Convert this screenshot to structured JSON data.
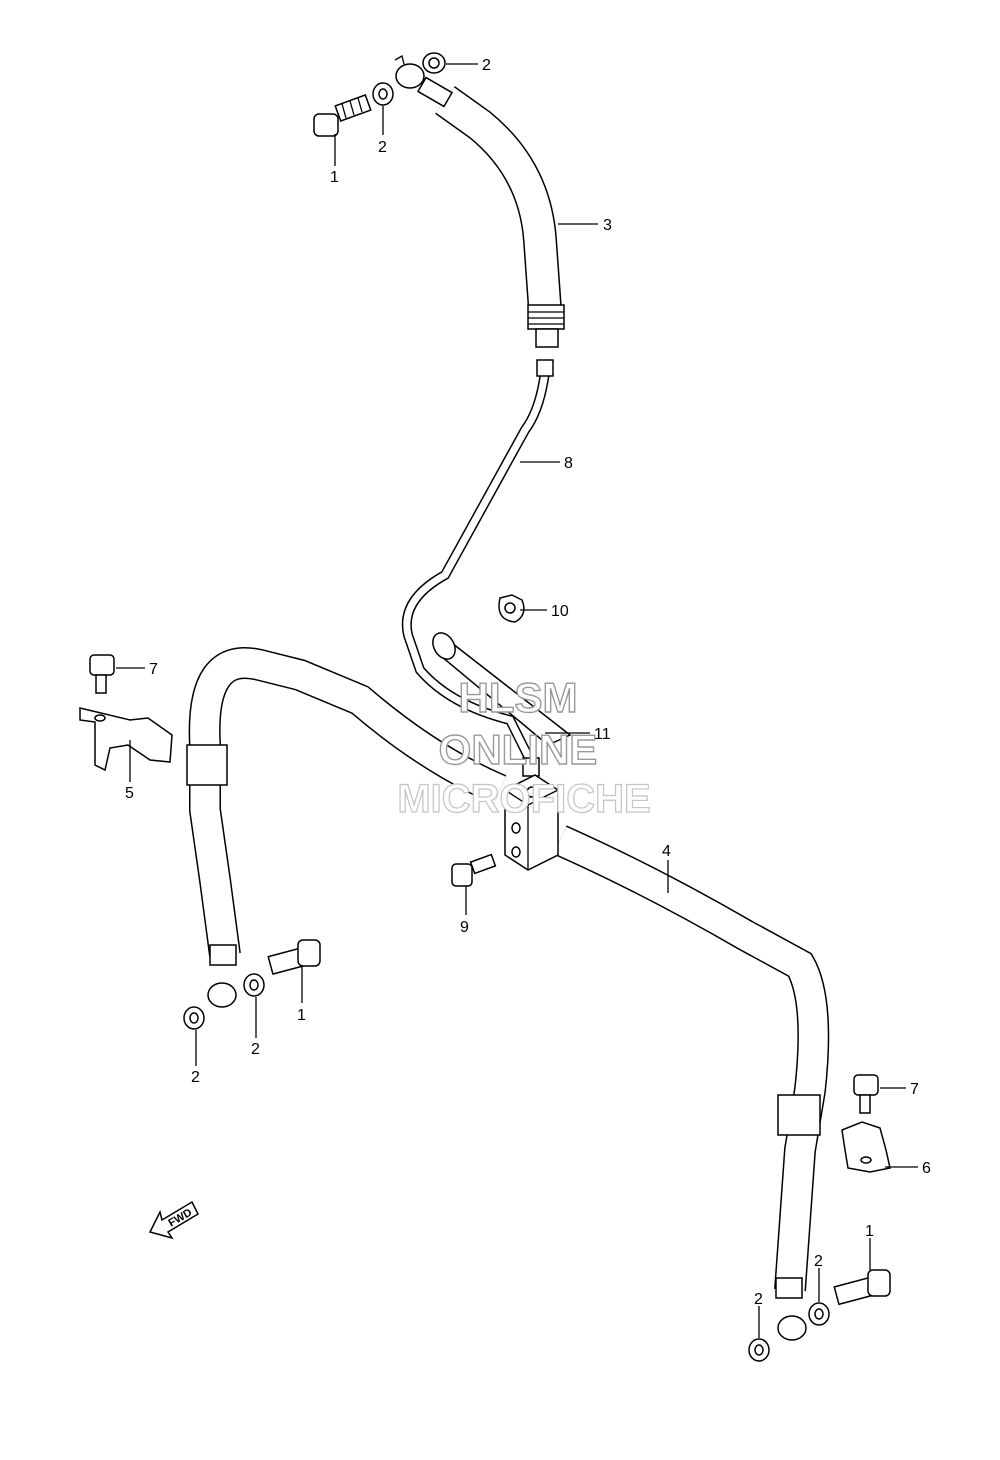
{
  "callouts": {
    "c1a": "1",
    "c1b": "1",
    "c1c": "1",
    "c2a": "2",
    "c2b": "2",
    "c2c": "2",
    "c2d": "2",
    "c2e": "2",
    "c2f": "2",
    "c3": "3",
    "c4": "4",
    "c5": "5",
    "c6": "6",
    "c7a": "7",
    "c7b": "7",
    "c8": "8",
    "c9": "9",
    "c10": "10",
    "c11": "11"
  },
  "watermark": {
    "line1": "HLSM",
    "line2": "ONLINE",
    "line3": "MICROFICHE"
  },
  "fwd_label": "FWD",
  "colors": {
    "line": "#000000",
    "background": "#ffffff",
    "watermark_outline": "#9a9a9a"
  }
}
